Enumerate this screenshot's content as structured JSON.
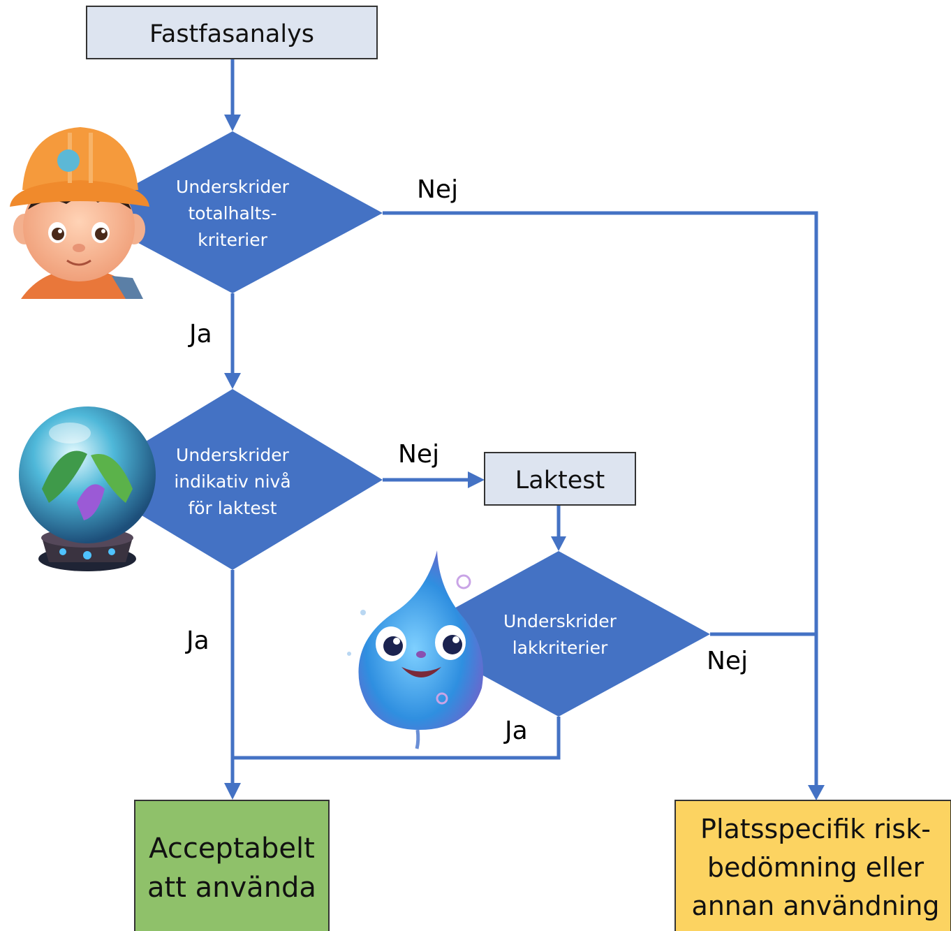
{
  "nodes": {
    "start": {
      "text": "Fastfasanalys",
      "fill": "#dde4f0"
    },
    "decision_total": {
      "lines": [
        "Underskrider",
        "totalhalts-",
        "kriterier"
      ],
      "fill": "#4472c4"
    },
    "decision_indicative": {
      "lines": [
        "Underskrider",
        "indikativ nivå",
        "för laktest"
      ],
      "fill": "#4472c4"
    },
    "laktest": {
      "text": "Laktest",
      "fill": "#dde4f0"
    },
    "decision_leach": {
      "lines": [
        "Underskrider",
        "lakkriterier"
      ],
      "fill": "#4472c4"
    },
    "accept": {
      "lines": [
        "Acceptabelt",
        "att använda"
      ],
      "fill": "#8fc16a"
    },
    "risk": {
      "lines": [
        "Platsspecifik risk-",
        "bedömning eller",
        "annan användning"
      ],
      "fill": "#fcd361"
    }
  },
  "edge_labels": {
    "nej_1": "Nej",
    "ja_1": "Ja",
    "nej_2": "Nej",
    "ja_2": "Ja",
    "ja_3": "Ja",
    "nej_3": "Nej"
  },
  "illustrations": {
    "worker": "child-with-hardhat-illustration",
    "crystal_ball": "crystal-ball-illustration",
    "water_drop": "smiling-water-drop-illustration"
  },
  "colors": {
    "connector": "#4472c4",
    "box_border": "#333333"
  }
}
